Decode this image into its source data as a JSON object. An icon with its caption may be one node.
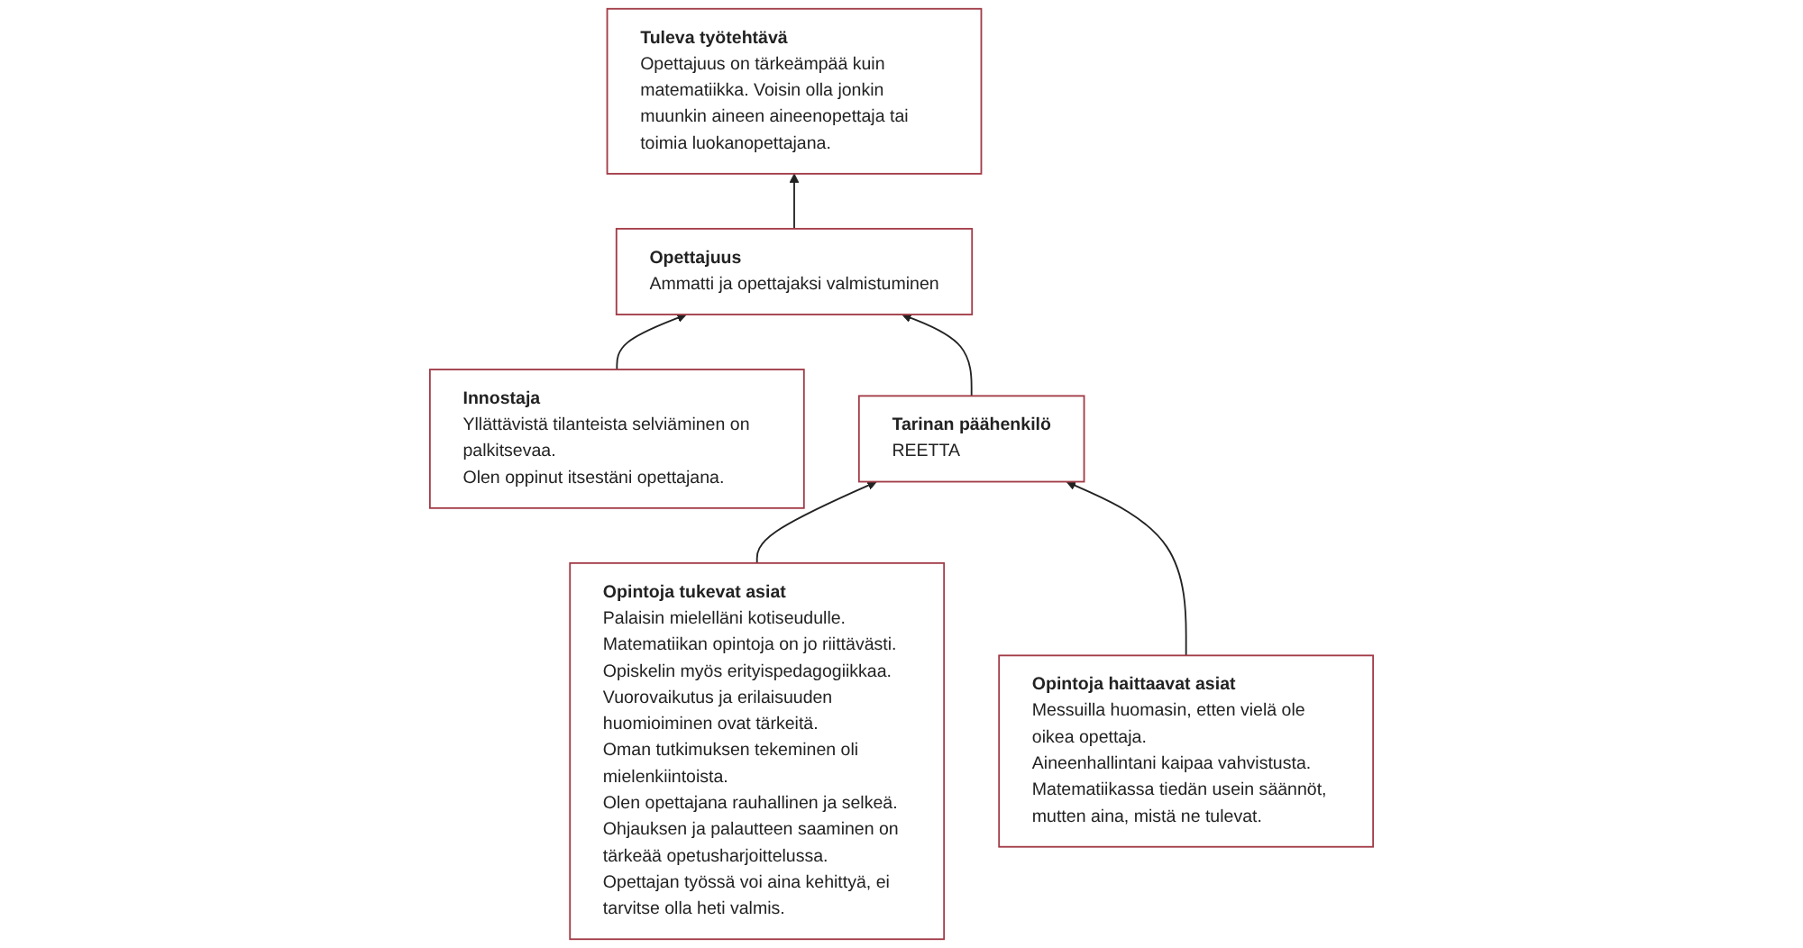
{
  "diagram": {
    "nodes": [
      {
        "text": [
          "Innostaja",
          "Yllättävistä tilanteista selviäminen on palkitsevaa.",
          "Olen oppinut itsestäni opettajana."
        ]
      },
      {
        "text": [
          "Opettajuus",
          "Ammatti ja opettajaksi valmistuminen"
        ]
      },
      {
        "text": [
          "Tuleva työtehtävä",
          "Opettajuus on tärkeämpää kuin matematiikka. Voisin olla jonkin muunkin aineen aineenopettaja tai toimia luokanopettajana."
        ]
      },
      {
        "text": [
          "Opintoja tukevat asiat",
          "Palaisin mielelläni kotiseudulle.",
          "Matematiikan opintoja on jo riittävästi.",
          "Opiskelin myös erityispedagogiikkaa.",
          "Vuorovaikutus ja erilaisuuden huomioiminen ovat tärkeitä.",
          "Oman tutkimuksen tekeminen oli mielenkiintoista.",
          "Olen opettajana rauhallinen ja selkeä.",
          "Ohjauksen ja palautteen saaminen on tärkeää opetusharjoittelussa.",
          "Opettajan työssä voi aina kehittyä, ei tarvitse olla heti valmis."
        ]
      },
      {
        "text": [
          "Tarinan päähenkilö",
          "REETTA"
        ]
      },
      {
        "text": [
          "Opintoja haittaavat asiat",
          "Messuilla huomasin, etten vielä ole oikea opettaja.",
          "Aineenhallintani kaipaa vahvistusta.",
          "Matematiikassa tiedän usein säännöt, mutten aina, mistä ne tulevat."
        ]
      }
    ],
    "edges": [
      {
        "from": 0,
        "to": 1,
        "arrow": "to"
      },
      {
        "from": 1,
        "to": 2,
        "arrow": "to"
      },
      {
        "from": 3,
        "to": 4,
        "arrow": "to"
      },
      {
        "from": 5,
        "to": 4,
        "arrow": "to"
      },
      {
        "from": 4,
        "to": 1,
        "arrow": "to"
      }
    ]
  }
}
